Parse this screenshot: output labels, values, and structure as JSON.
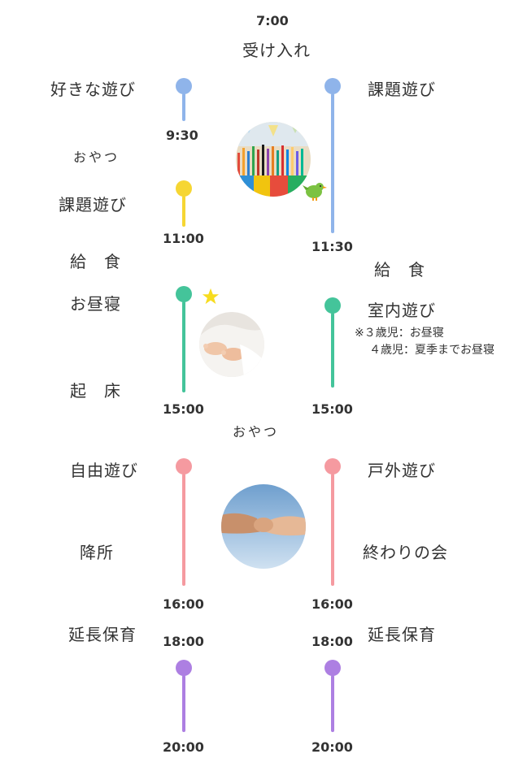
{
  "header": {
    "time": "7:00",
    "title": "受け入れ"
  },
  "left": {
    "play_free": "好きな遊び",
    "time_930": "9:30",
    "snack": "おやつ",
    "play_task": "課題遊び",
    "time_1100": "11:00",
    "lunch": "給　食",
    "nap": "お昼寝",
    "wake": "起　床",
    "time_1500": "15:00",
    "play_free2": "自由遊び",
    "pickup": "降所",
    "time_1600": "16:00",
    "extended": "延長保育",
    "time_1800": "18:00",
    "time_2000": "20:00"
  },
  "right": {
    "play_task": "課題遊び",
    "time_1130": "11:30",
    "lunch": "給　食",
    "play_indoor": "室内遊び",
    "note_line1": "※３歳児：お昼寝",
    "note_line2": "４歳児：夏季までお昼寝",
    "time_1500": "15:00",
    "play_outdoor": "戸外遊び",
    "closing": "終わりの会",
    "time_1600": "16:00",
    "extended": "延長保育",
    "time_1800": "18:00",
    "time_2000": "20:00"
  },
  "center": {
    "snack": "おやつ"
  },
  "colors": {
    "blue": "#8fb4ea",
    "yellow": "#f6d633",
    "green": "#44c49a",
    "pink": "#f59aa0",
    "purple": "#ad7fe2",
    "text": "#333333"
  }
}
